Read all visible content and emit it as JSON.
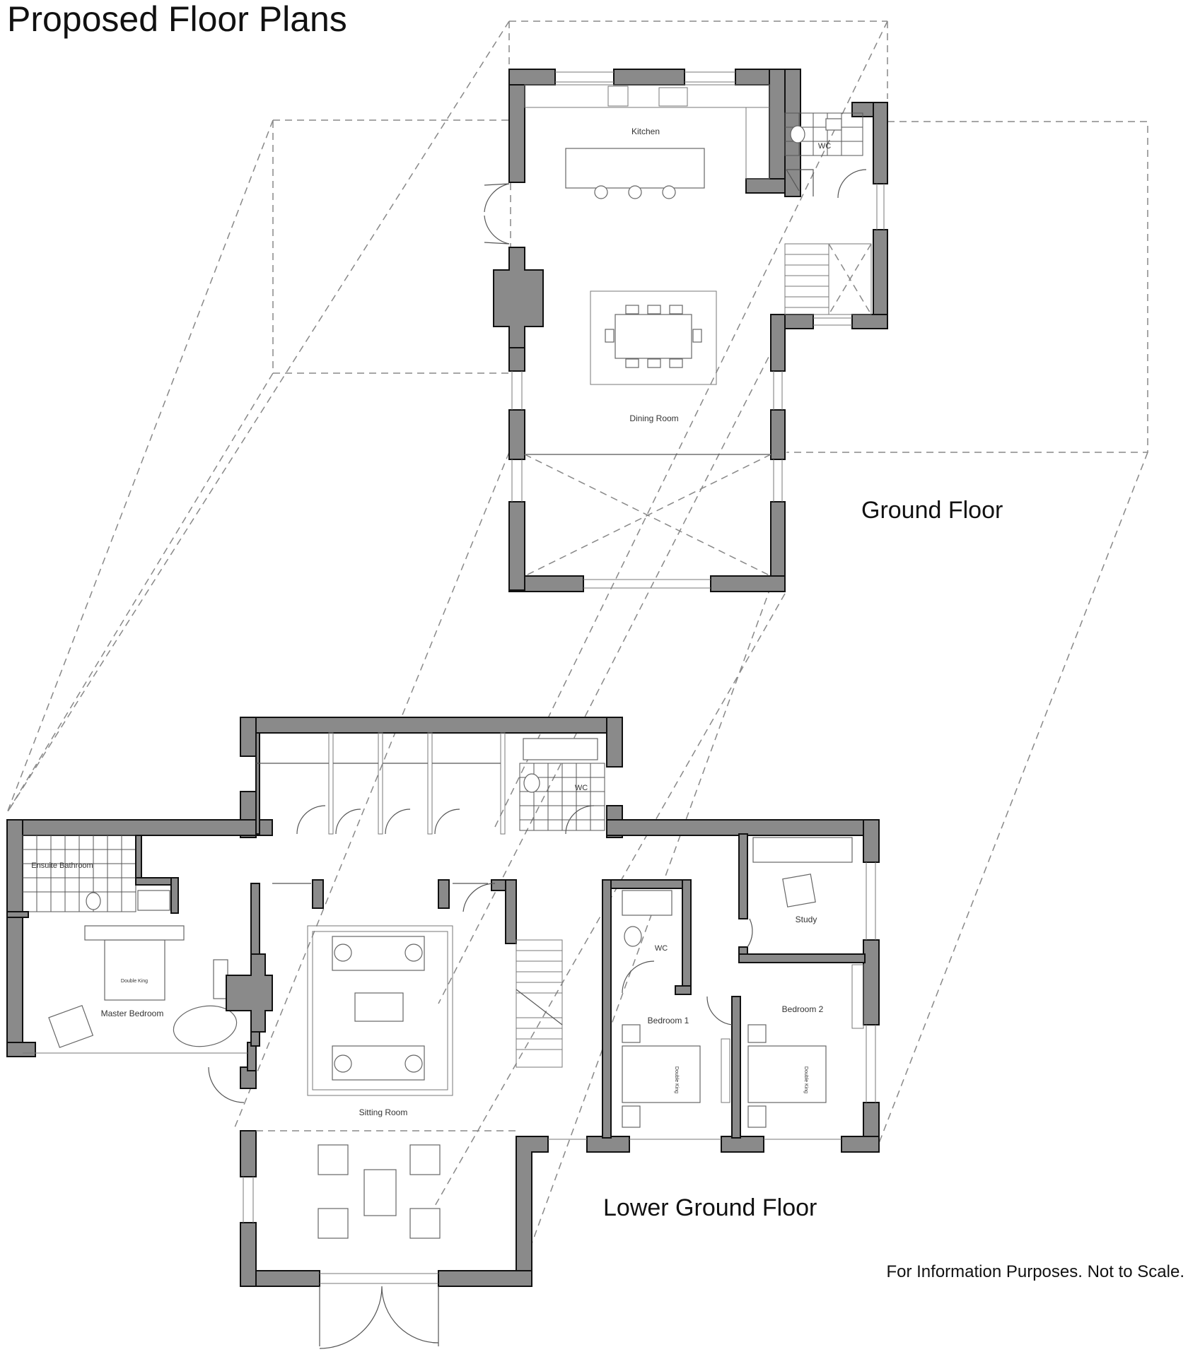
{
  "title": "Proposed Floor Plans",
  "floors": {
    "ground": {
      "label": "Ground Floor",
      "rooms": {
        "kitchen": "Kitchen",
        "wc": "WC",
        "dining": "Dining Room"
      }
    },
    "lower_ground": {
      "label": "Lower Ground Floor",
      "rooms": {
        "ensuite": "Ensuite Bathroom",
        "master": "Master Bedroom",
        "wc_top": "WC",
        "wc_mid": "WC",
        "study": "Study",
        "bedroom1": "Bedroom 1",
        "bedroom2": "Bedroom 2",
        "sitting": "Sitting Room"
      },
      "bed_labels": {
        "master_bed": "Double King",
        "bed1": "Double King",
        "bed2": "Double King"
      }
    }
  },
  "note": "For Information Purposes. Not to Scale.",
  "colors": {
    "wall_fill": "#8a8a8a",
    "wall_stroke": "#111111",
    "line": "#555555",
    "dashed": "#888888"
  }
}
